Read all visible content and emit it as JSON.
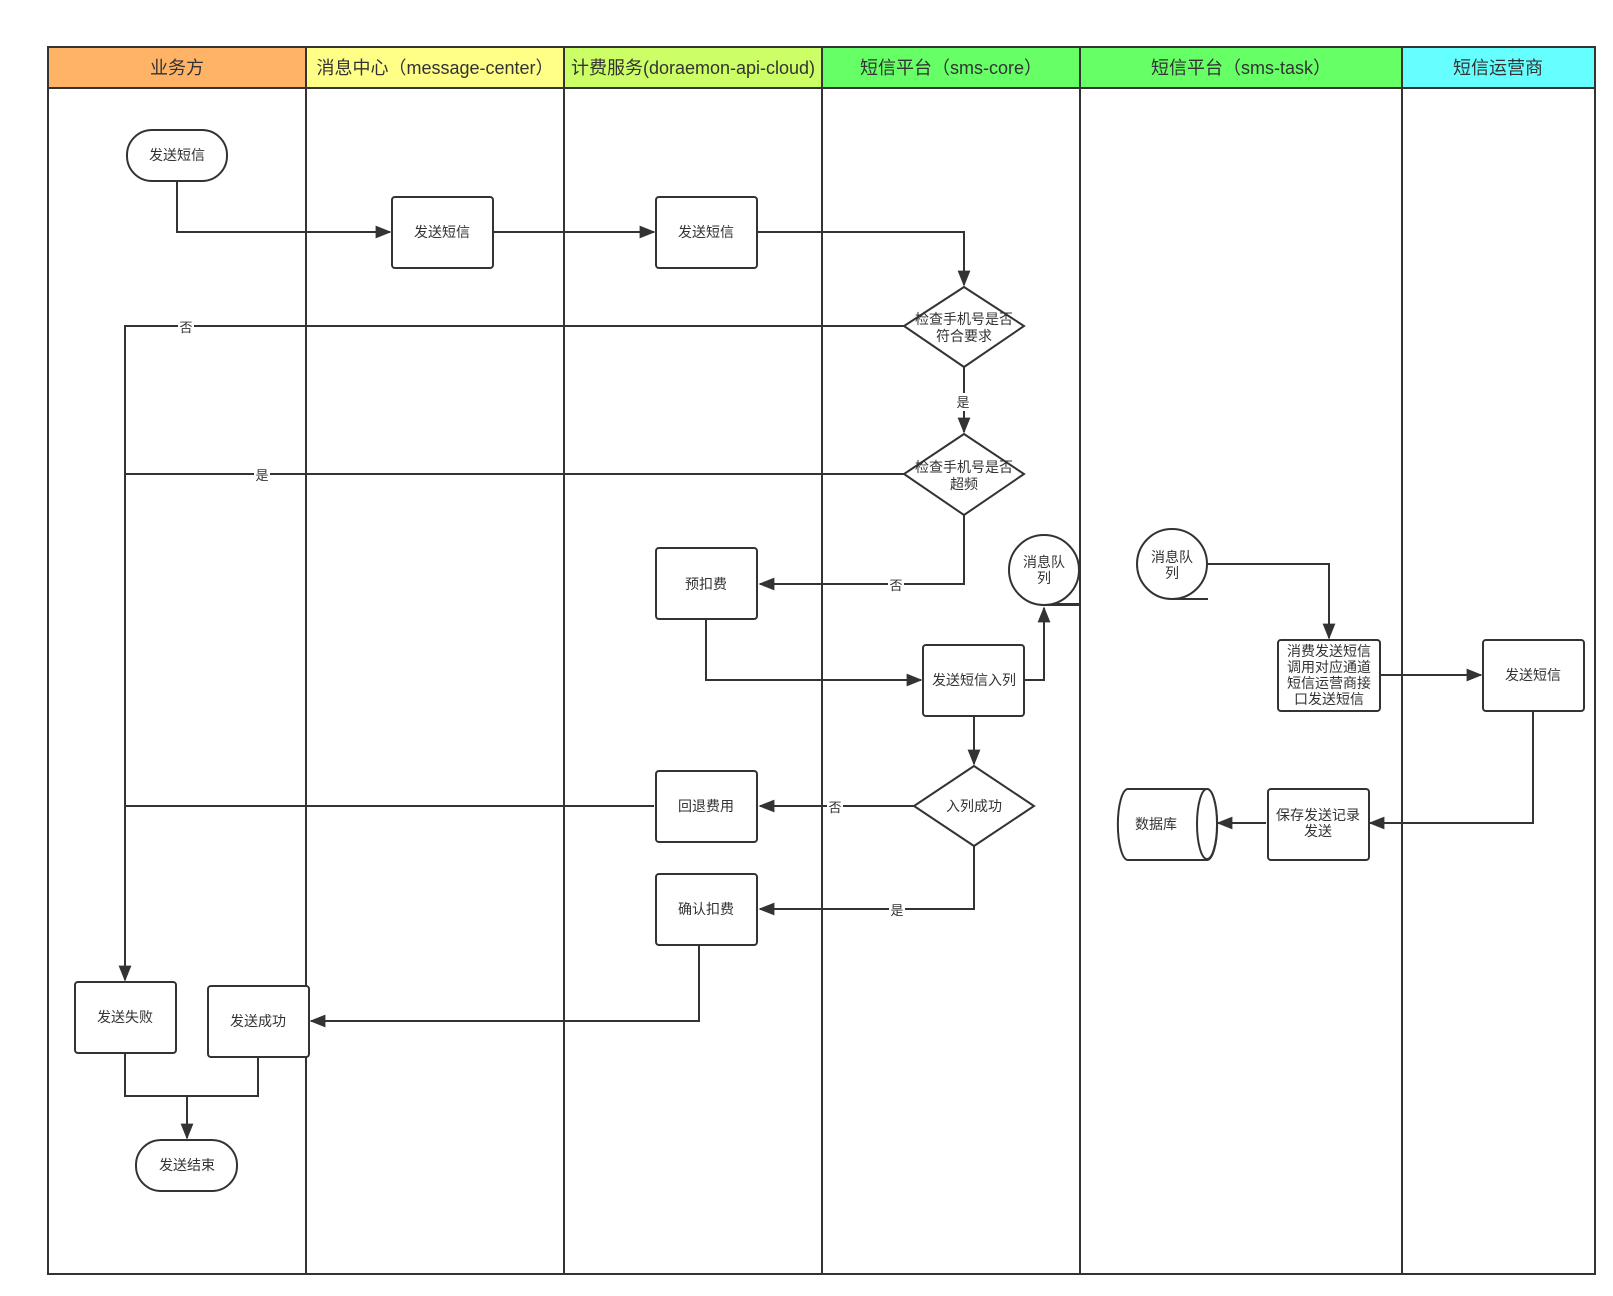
{
  "lanes": [
    {
      "title": "业务方",
      "color": "#ffb366"
    },
    {
      "title": "消息中心（message-center）",
      "color": "#ffff88"
    },
    {
      "title": "计费服务(doraemon-api-cloud)",
      "color": "#ccff66"
    },
    {
      "title": "短信平台（sms-core）",
      "color": "#66ff66"
    },
    {
      "title": "短信平台（sms-task）",
      "color": "#66ff66"
    },
    {
      "title": "短信运营商",
      "color": "#66ffff"
    }
  ],
  "nodes": {
    "start_send_sms": {
      "lines": [
        "发送短信"
      ],
      "shape": "terminator"
    },
    "mc_send_sms": {
      "lines": [
        "发送短信"
      ],
      "shape": "process"
    },
    "billing_send_sms": {
      "lines": [
        "发送短信"
      ],
      "shape": "process"
    },
    "check_phone_valid": {
      "lines": [
        "检查手机号是否",
        "符合要求"
      ],
      "shape": "decision"
    },
    "check_phone_rate": {
      "lines": [
        "检查手机号是否",
        "超频"
      ],
      "shape": "decision"
    },
    "pre_deduct": {
      "lines": [
        "预扣费"
      ],
      "shape": "process"
    },
    "enqueue_sms": {
      "lines": [
        "发送短信入列"
      ],
      "shape": "process"
    },
    "queue_core": {
      "lines": [
        "消息队",
        "列"
      ],
      "shape": "queue"
    },
    "queue_task": {
      "lines": [
        "消息队",
        "列"
      ],
      "shape": "queue"
    },
    "consume_send": {
      "lines": [
        "消费发送短信",
        "调用对应通道",
        "短信运营商接",
        "口发送短信"
      ],
      "shape": "process"
    },
    "carrier_send": {
      "lines": [
        "发送短信"
      ],
      "shape": "process"
    },
    "enqueue_success": {
      "lines": [
        "入列成功"
      ],
      "shape": "decision"
    },
    "refund": {
      "lines": [
        "回退费用"
      ],
      "shape": "process"
    },
    "confirm_deduct": {
      "lines": [
        "确认扣费"
      ],
      "shape": "process"
    },
    "save_record": {
      "lines": [
        "保存发送记录",
        "发送"
      ],
      "shape": "process"
    },
    "database": {
      "lines": [
        "数据库"
      ],
      "shape": "database"
    },
    "send_fail": {
      "lines": [
        "发送失败"
      ],
      "shape": "process"
    },
    "send_success": {
      "lines": [
        "发送成功"
      ],
      "shape": "process"
    },
    "send_end": {
      "lines": [
        "发送结束"
      ],
      "shape": "terminator"
    }
  },
  "edge_labels": {
    "invalid_no": "否",
    "valid_yes": "是",
    "rate_yes": "是",
    "rate_no": "否",
    "enqueue_no": "否",
    "enqueue_yes": "是"
  },
  "colors": {
    "stroke": "#333333",
    "text": "#333333"
  }
}
